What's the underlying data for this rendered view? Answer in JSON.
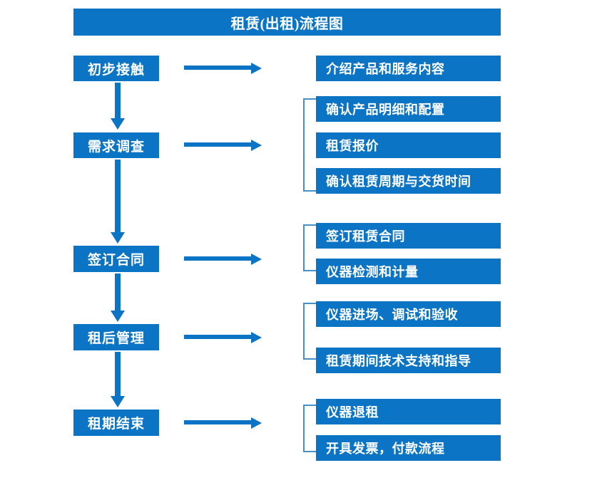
{
  "diagram": {
    "title": "租赁(出租)流程图",
    "colors": {
      "primary": "#0B74C4",
      "bracket": "#4A90C8",
      "background": "#FFFFFF",
      "text": "#FFFFFF"
    },
    "stages": [
      {
        "id": "stage-1",
        "label": "初步接触"
      },
      {
        "id": "stage-2",
        "label": "需求调查"
      },
      {
        "id": "stage-3",
        "label": "签订合同"
      },
      {
        "id": "stage-4",
        "label": "租后管理"
      },
      {
        "id": "stage-5",
        "label": "租期结束"
      }
    ],
    "details": [
      {
        "id": "detail-1-1",
        "label": "介绍产品和服务内容",
        "group": 1
      },
      {
        "id": "detail-2-1",
        "label": "确认产品明细和配置",
        "group": 2
      },
      {
        "id": "detail-2-2",
        "label": "租赁报价",
        "group": 2
      },
      {
        "id": "detail-2-3",
        "label": "确认租赁周期与交货时间",
        "group": 2
      },
      {
        "id": "detail-3-1",
        "label": "签订租赁合同",
        "group": 3
      },
      {
        "id": "detail-3-2",
        "label": "仪器检测和计量",
        "group": 3
      },
      {
        "id": "detail-4-1",
        "label": "仪器进场、调试和验收",
        "group": 4
      },
      {
        "id": "detail-4-2",
        "label": "租赁期间技术支持和指导",
        "group": 4
      },
      {
        "id": "detail-5-1",
        "label": "仪器退租",
        "group": 5
      },
      {
        "id": "detail-5-2",
        "label": "开具发票，付款流程",
        "group": 5
      }
    ],
    "connectors": {
      "vertical_arrow_count": 4,
      "horizontal_arrow_count": 5,
      "bracket_count": 4
    }
  }
}
